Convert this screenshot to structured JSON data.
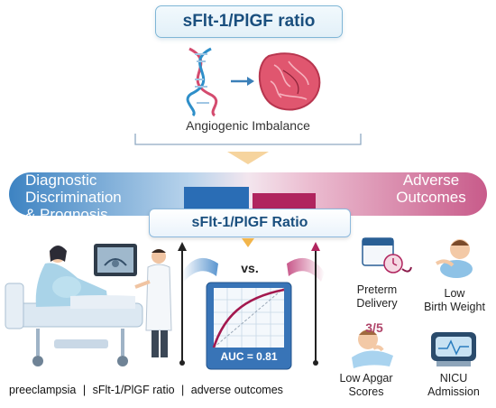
{
  "title": "sFlt-1/PlGF ratio",
  "imbalance": "Angiogenic Imbalance",
  "banner": {
    "left_line1": "Diagnostic",
    "left_line2": "Discrimination",
    "left_line3": "& Prognosis",
    "right_line1": "Adverse",
    "right_line2": "Outcomes",
    "center": "sFlt-1/PlGF Ratio"
  },
  "vs": "vs.",
  "auc": "AUC = 0.81",
  "outcomes": {
    "preterm_1": "Preterm",
    "preterm_2": "Delivery",
    "lbw_1": "Low",
    "lbw_2": "Birth Weight",
    "apgar_1": "Low Apgar",
    "apgar_2": "Scores",
    "apgar_score": "3/5",
    "nicu_1": "NICU",
    "nicu_2": "Admission"
  },
  "keywords": {
    "k1": "preeclampsia",
    "k2": "sFlt-1/PlGF ratio",
    "k3": "adverse outcomes",
    "sep": "|"
  },
  "colors": {
    "blue": "#2a6db5",
    "magenta": "#b0245e",
    "banner_left": "#3d83c2",
    "banner_right": "#c85b8a"
  }
}
